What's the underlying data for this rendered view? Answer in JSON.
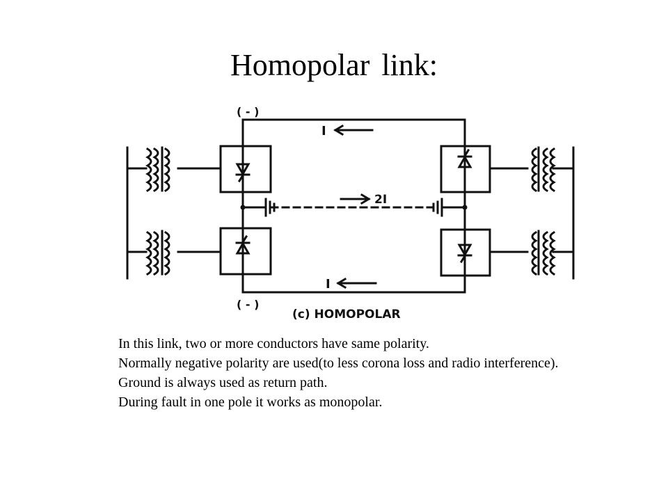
{
  "slide": {
    "title": "Homopolar link:",
    "diagram": {
      "top_polarity": "( - )",
      "bottom_polarity": "( - )",
      "top_current": "I",
      "bottom_current": "I",
      "ground_current": "2I",
      "caption": "(c) HOMOPOLAR"
    },
    "bullets": [
      "In this link, two or more conductors have same polarity.",
      "Normally negative polarity are used(to less corona loss and radio interference).",
      "Ground is always used as return path.",
      "During fault in one pole it works as monopolar."
    ]
  }
}
